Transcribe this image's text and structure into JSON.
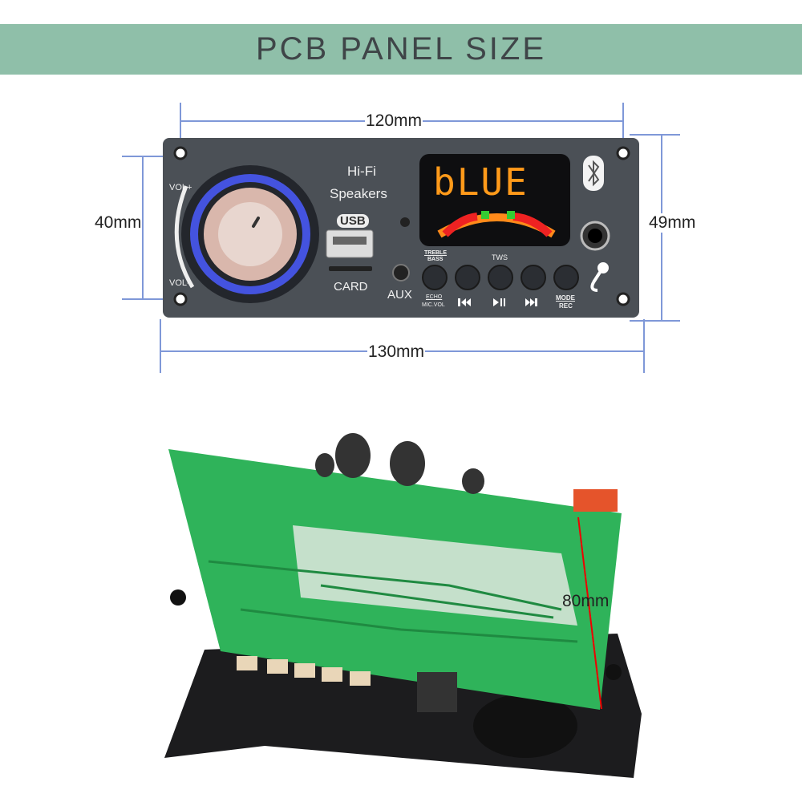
{
  "title": "PCB PANEL SIZE",
  "dimensions": {
    "width_top": "120mm",
    "width_bottom": "130mm",
    "height_left": "40mm",
    "height_right": "49mm",
    "board_depth": "80mm"
  },
  "panel": {
    "vol_plus": "VOL+",
    "vol_minus": "VOL-",
    "hifi": "Hi-Fi",
    "speakers": "Speakers",
    "usb": "USB",
    "card": "CARD",
    "aux": "AUX",
    "display_text": "bLUE",
    "treble": "TREBLE",
    "bass": "BASS",
    "tws": "TWS",
    "echo": "ECHO",
    "mic_vol": "MIC.VOL",
    "mode": "MODE",
    "rec": "REC",
    "icons": [
      "bluetooth-icon",
      "microphone-icon",
      "previous-icon",
      "play-pause-icon",
      "next-icon"
    ]
  },
  "colors": {
    "banner": "#8fbfa9",
    "dimension_line": "#7f98d8",
    "panel": "#4b5056",
    "pcb": "#2fb35a",
    "display": "#ff9a1a"
  }
}
